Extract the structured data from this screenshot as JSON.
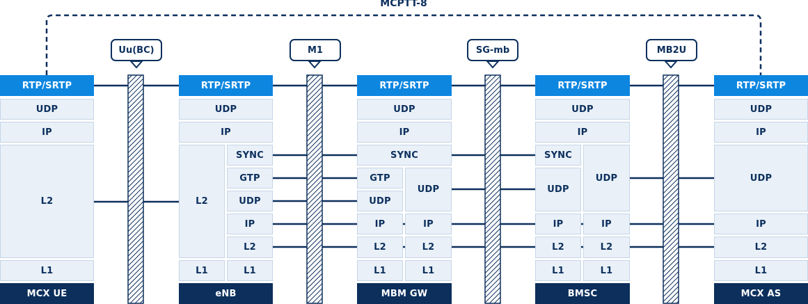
{
  "title": "MCPTT-8",
  "colors": {
    "navy": "#0c2f5c",
    "blue": "#0d86e0",
    "light": "#e9f0f8"
  },
  "interfaces": [
    "Uu(BC)",
    "M1",
    "SG-mb",
    "MB2U"
  ],
  "ue": {
    "rtp": "RTP/SRTP",
    "udp": "UDP",
    "ip": "IP",
    "l2": "L2",
    "l1": "L1",
    "name": "MCX UE"
  },
  "enb": {
    "rtp": "RTP/SRTP",
    "udp": "UDP",
    "ip": "IP",
    "l2_left": "L2",
    "sync": "SYNC",
    "gtp": "GTP",
    "udp2": "UDP",
    "ip2": "IP",
    "l2_right": "L2",
    "l1_left": "L1",
    "l1_right": "L1",
    "name": "eNB"
  },
  "mbm": {
    "rtp": "RTP/SRTP",
    "udp": "UDP",
    "ip": "IP",
    "sync": "SYNC",
    "gtp": "GTP",
    "udp_gtp": "UDP",
    "udp_right": "UDP",
    "ip_left": "IP",
    "ip_right": "IP",
    "l2_left": "L2",
    "l2_right": "L2",
    "l1_left": "L1",
    "l1_right": "L1",
    "name": "MBM GW"
  },
  "bmsc": {
    "rtp": "RTP/SRTP",
    "udp": "UDP",
    "ip": "IP",
    "sync": "SYNC",
    "udp_left": "UDP",
    "udp_right": "UDP",
    "ip_left": "IP",
    "ip_right": "IP",
    "l2_left": "L2",
    "l2_right": "L2",
    "l1_left": "L1",
    "l1_right": "L1",
    "name": "BMSC"
  },
  "as": {
    "rtp": "RTP/SRTP",
    "udp": "UDP",
    "ip": "IP",
    "udp2": "UDP",
    "ip2": "IP",
    "l2": "L2",
    "l1": "L1",
    "name": "MCX AS"
  }
}
